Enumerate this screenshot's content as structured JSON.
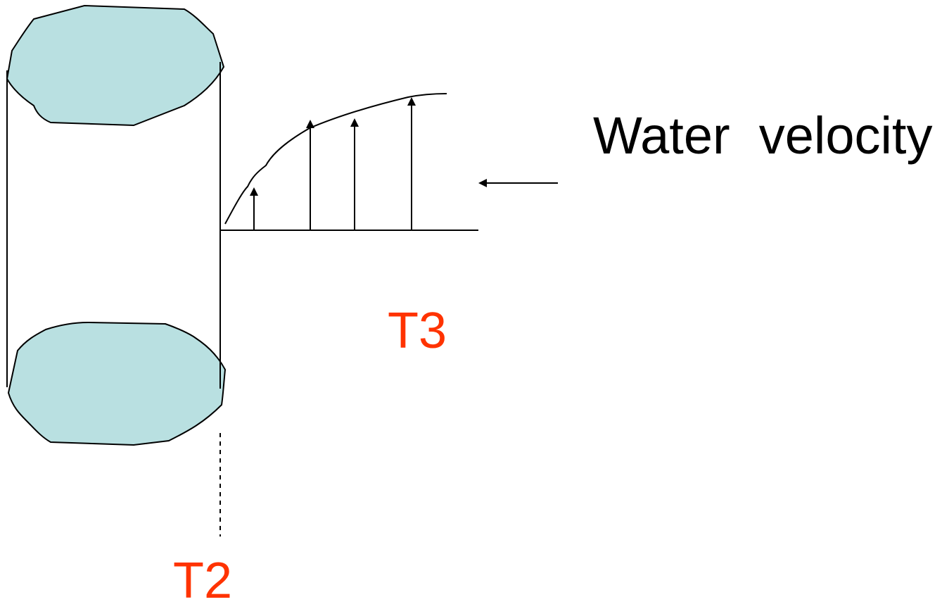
{
  "labels": {
    "water_velocity": "Water  velocity",
    "t3": "T3",
    "t2": "T2"
  },
  "colors": {
    "rock_fill": "#b9e0e1",
    "outline": "#000000",
    "label_accent": "#ff3300"
  }
}
